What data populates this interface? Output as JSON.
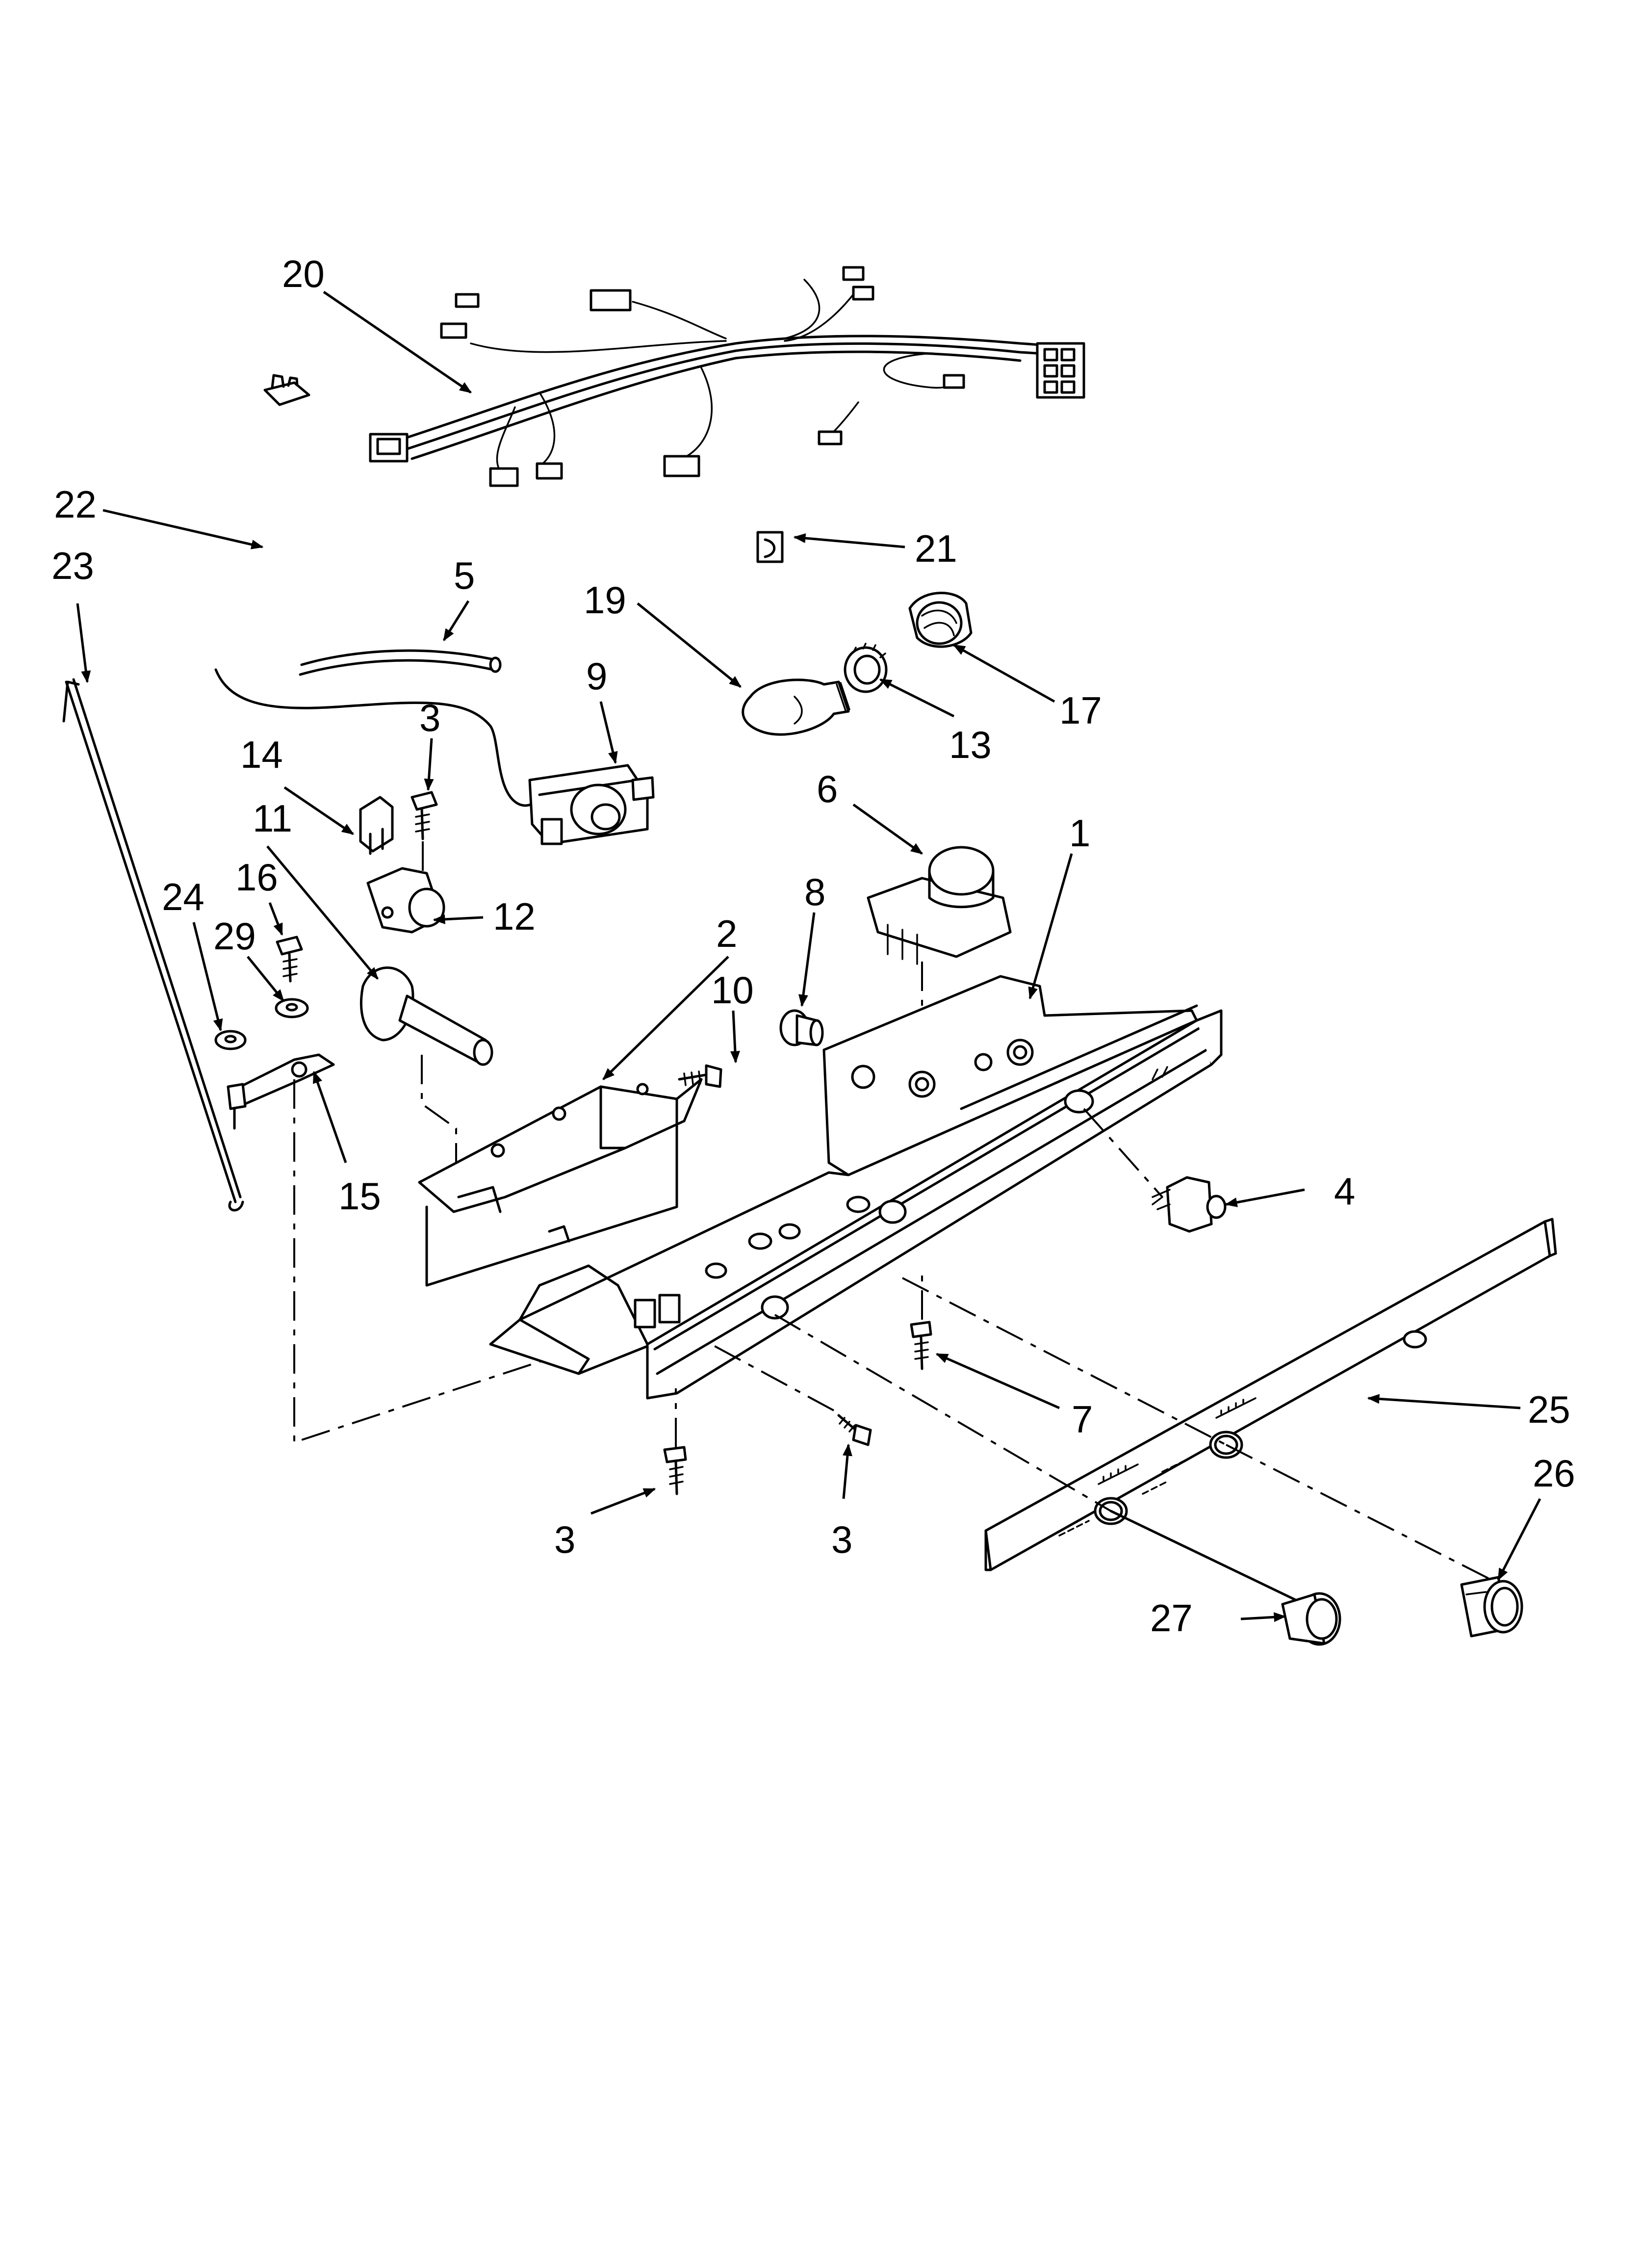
{
  "callouts": [
    {
      "id": "c1",
      "text": "1"
    },
    {
      "id": "c2",
      "text": "2"
    },
    {
      "id": "c3a",
      "text": "3"
    },
    {
      "id": "c3b",
      "text": "3"
    },
    {
      "id": "c3c",
      "text": "3"
    },
    {
      "id": "c4",
      "text": "4"
    },
    {
      "id": "c5",
      "text": "5"
    },
    {
      "id": "c6",
      "text": "6"
    },
    {
      "id": "c7",
      "text": "7"
    },
    {
      "id": "c8",
      "text": "8"
    },
    {
      "id": "c9",
      "text": "9"
    },
    {
      "id": "c10",
      "text": "10"
    },
    {
      "id": "c11",
      "text": "11"
    },
    {
      "id": "c12",
      "text": "12"
    },
    {
      "id": "c13",
      "text": "13"
    },
    {
      "id": "c14",
      "text": "14"
    },
    {
      "id": "c15",
      "text": "15"
    },
    {
      "id": "c16",
      "text": "16"
    },
    {
      "id": "c17",
      "text": "17"
    },
    {
      "id": "c19",
      "text": "19"
    },
    {
      "id": "c20",
      "text": "20"
    },
    {
      "id": "c21",
      "text": "21"
    },
    {
      "id": "c22",
      "text": "22"
    },
    {
      "id": "c23",
      "text": "23"
    },
    {
      "id": "c24",
      "text": "24"
    },
    {
      "id": "c25",
      "text": "25"
    },
    {
      "id": "c26",
      "text": "26"
    },
    {
      "id": "c27",
      "text": "27"
    },
    {
      "id": "c29",
      "text": "29"
    }
  ]
}
